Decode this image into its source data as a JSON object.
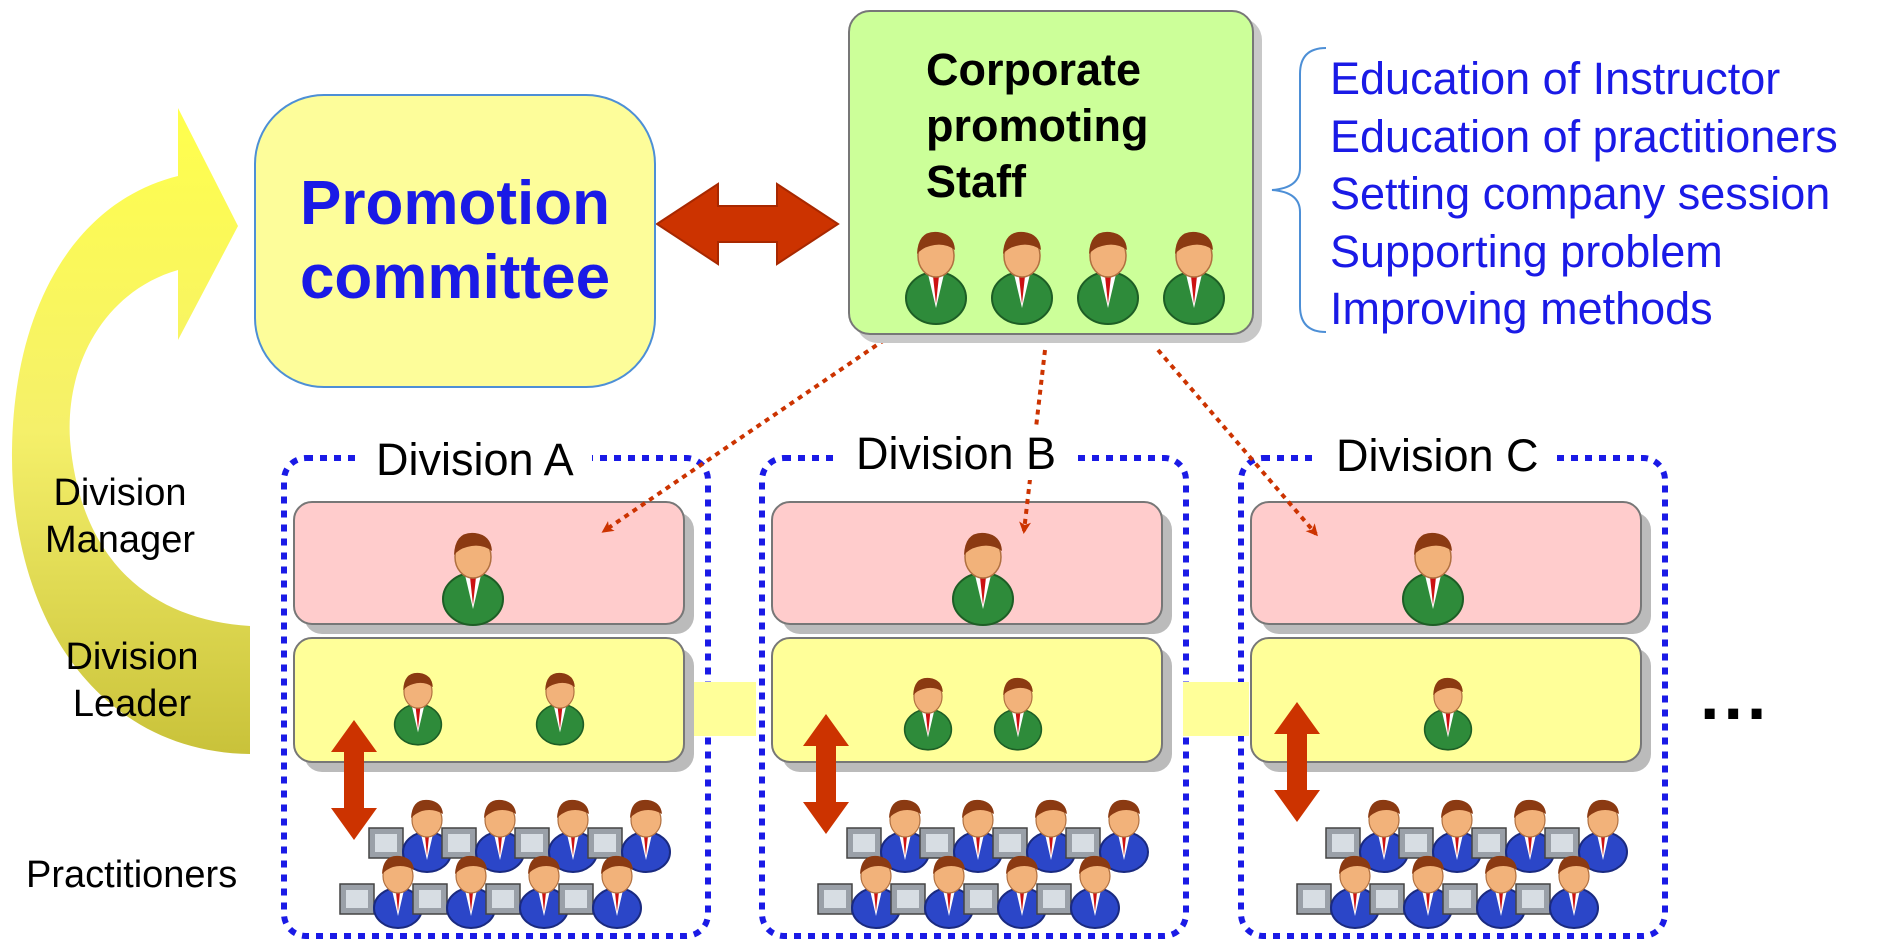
{
  "committee": {
    "line1": "Promotion",
    "line2": "committee"
  },
  "staff": {
    "line1": "Corporate",
    "line2": "promoting",
    "line3": "Staff"
  },
  "duties": [
    "Education of Instructor",
    "Education of practitioners",
    "Setting  company session",
    "Supporting problem",
    "Improving  methods"
  ],
  "divisions": [
    {
      "label": "Division A"
    },
    {
      "label": "Division B"
    },
    {
      "label": "Division C"
    }
  ],
  "roles": {
    "manager_line1": "Division",
    "manager_line2": "Manager",
    "leader_line1": "Division",
    "leader_line2": "Leader",
    "practitioners": "Practitioners"
  },
  "ellipsis": "...",
  "colors": {
    "committee_fill": "#fdfd9a",
    "staff_fill": "#ccff99",
    "manager_fill": "#ffcccc",
    "leader_fill": "#ffff99",
    "text_blue": "#1a1ae6",
    "arrow_red": "#cc3300",
    "dotted_blue": "#1a1ae6"
  }
}
